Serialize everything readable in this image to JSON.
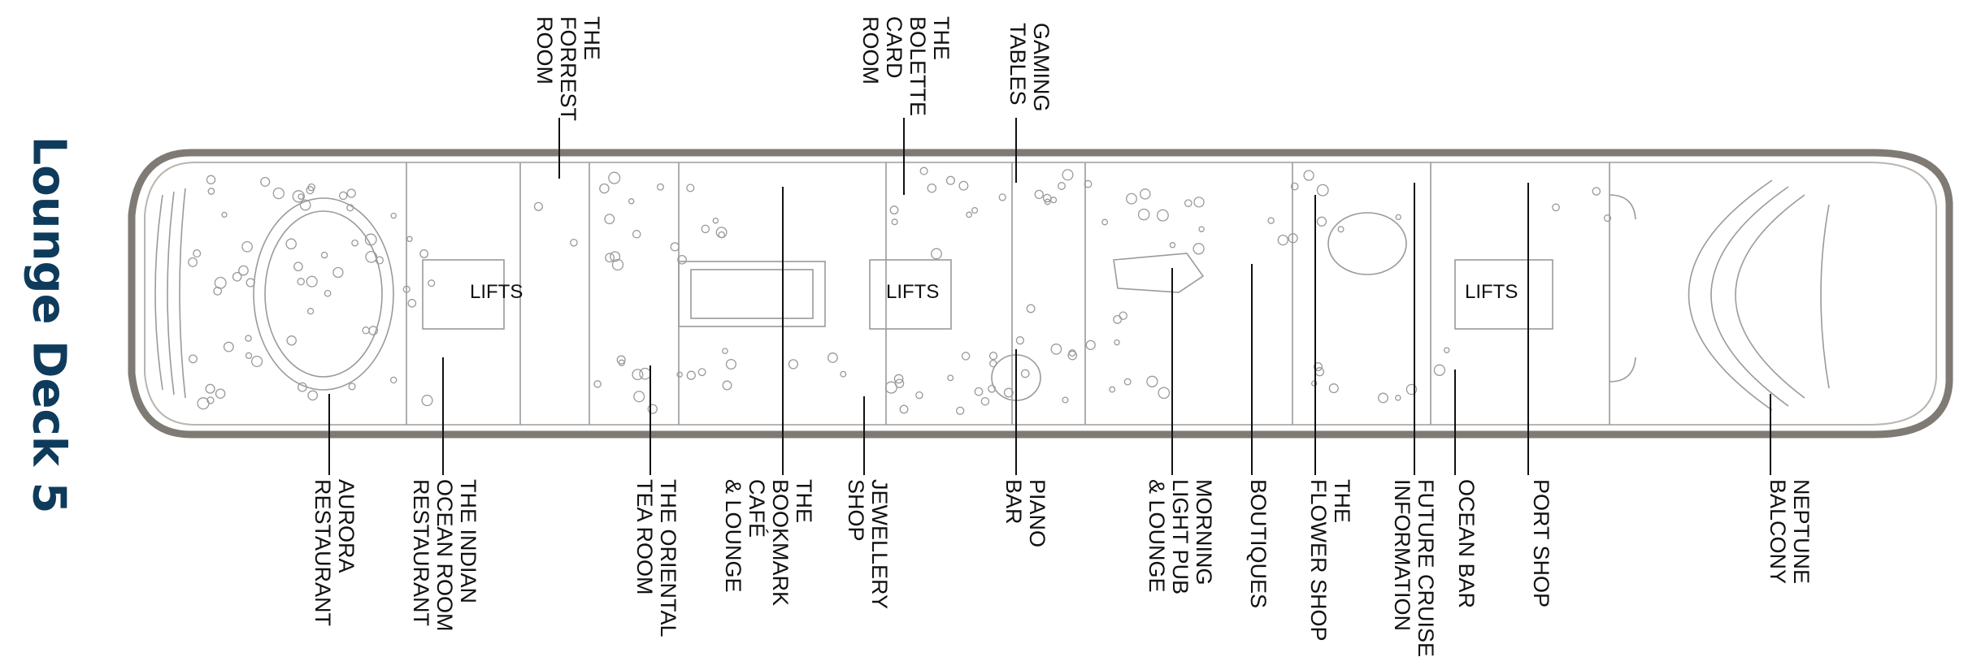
{
  "title": "Lounge Deck 5",
  "lifts": [
    "LIFTS",
    "LIFTS",
    "LIFTS"
  ],
  "top_labels": [
    {
      "id": "forrest-room",
      "lines": [
        "THE",
        "FORREST",
        "ROOM"
      ]
    },
    {
      "id": "bolette-card-room",
      "lines": [
        "THE",
        "BOLETTE",
        "CARD",
        "ROOM"
      ]
    },
    {
      "id": "gaming-tables",
      "lines": [
        "GAMING",
        "TABLES"
      ]
    }
  ],
  "bottom_labels": [
    {
      "id": "aurora-restaurant",
      "lines": [
        "AURORA",
        "RESTAURANT"
      ]
    },
    {
      "id": "indian-ocean-room",
      "lines": [
        "THE INDIAN",
        "OCEAN ROOM",
        "RESTAURANT"
      ]
    },
    {
      "id": "oriental-tea-room",
      "lines": [
        "THE ORIENTAL",
        "TEA ROOM"
      ]
    },
    {
      "id": "bookmark-cafe",
      "lines": [
        "THE",
        "BOOKMARK",
        "CAFÉ",
        "& LOUNGE"
      ]
    },
    {
      "id": "jewellery-shop",
      "lines": [
        "JEWELLERY",
        "SHOP"
      ]
    },
    {
      "id": "piano-bar",
      "lines": [
        "PIANO",
        "BAR"
      ]
    },
    {
      "id": "morning-light-pub",
      "lines": [
        "MORNING",
        "LIGHT PUB",
        "& LOUNGE"
      ]
    },
    {
      "id": "boutiques",
      "lines": [
        "BOUTIQUES"
      ]
    },
    {
      "id": "flower-shop",
      "lines": [
        "THE",
        "FLOWER SHOP"
      ]
    },
    {
      "id": "future-cruise-information",
      "lines": [
        "FUTURE CRUISE",
        "INFORMATION"
      ]
    },
    {
      "id": "ocean-bar",
      "lines": [
        "OCEAN BAR"
      ]
    },
    {
      "id": "port-shop",
      "lines": [
        "PORT SHOP"
      ]
    },
    {
      "id": "neptune-balcony",
      "lines": [
        "NEPTUNE",
        "BALCONY"
      ]
    }
  ],
  "colors": {
    "title": "#0e3b5c",
    "hull": "#7f7a74",
    "line": "#9a9a9a",
    "text": "#111111"
  }
}
